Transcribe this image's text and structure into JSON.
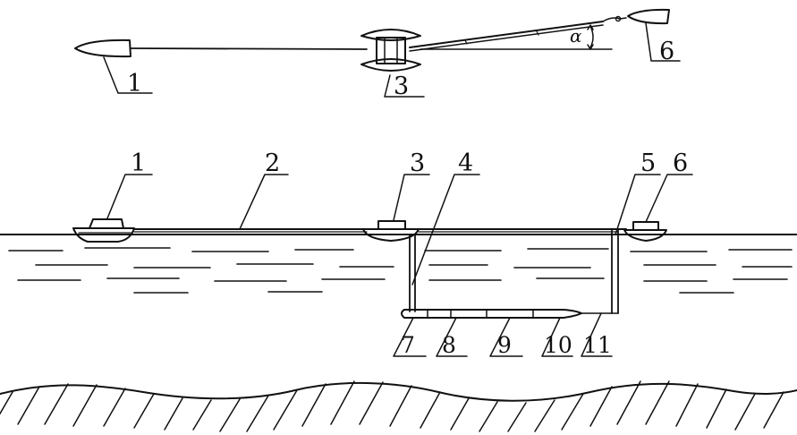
{
  "top_view": {
    "labels": [
      "1",
      "3",
      "6"
    ],
    "angle_symbol": "α"
  },
  "side_view": {
    "labels": [
      "1",
      "2",
      "3",
      "4",
      "5",
      "6",
      "7",
      "8",
      "9",
      "10",
      "11"
    ]
  }
}
